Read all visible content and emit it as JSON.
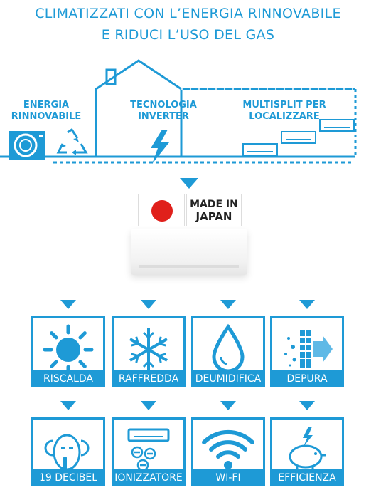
{
  "header": {
    "line1": "CLIMATIZZATI CON L’ENERGIA RINNOVABILE",
    "line2": "E RIDUCI L’USO DEL GAS"
  },
  "house": {
    "label_energy_1": "ENERGIA",
    "label_energy_2": "RINNOVABILE",
    "label_inverter_1": "TECNOLOGIA",
    "label_inverter_2": "INVERTER",
    "label_multisplit_1": "MULTISPLIT PER",
    "label_multisplit_2": "LOCALIZZARE"
  },
  "badge": {
    "line1": "MADE IN",
    "line2": "JAPAN"
  },
  "features": [
    {
      "label": "RISCALDA",
      "icon": "sun-icon"
    },
    {
      "label": "RAFFREDDA",
      "icon": "snowflake-icon"
    },
    {
      "label": "DEUMIDIFICA",
      "icon": "water-drop-icon"
    },
    {
      "label": "DEPURA",
      "icon": "air-filter-icon"
    },
    {
      "label": "19 DECIBEL",
      "icon": "quiet-face-icon"
    },
    {
      "label": "IONIZZATORE",
      "icon": "ionizer-icon"
    },
    {
      "label": "WI-FI",
      "icon": "wifi-icon"
    },
    {
      "label": "EFFICIENZA",
      "icon": "piggy-bank-icon"
    }
  ],
  "colors": {
    "accent": "#1e9ad6",
    "red": "#e0201b"
  }
}
